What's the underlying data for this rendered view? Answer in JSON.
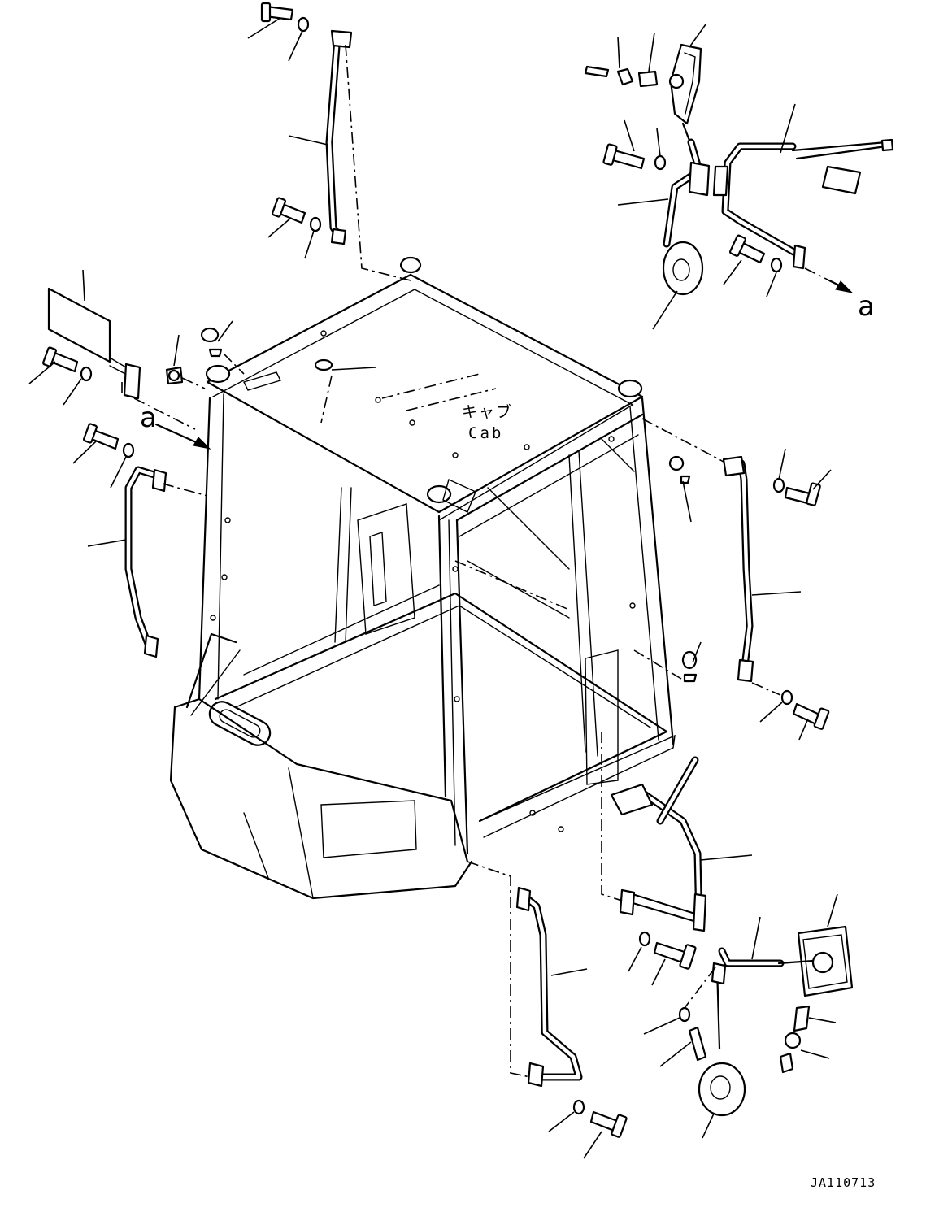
{
  "labels": {
    "view_marker_top": "a",
    "view_marker_left": "a",
    "cab_jp": "キャブ",
    "cab_en": "Cab",
    "drawing_code": "JA110713"
  }
}
